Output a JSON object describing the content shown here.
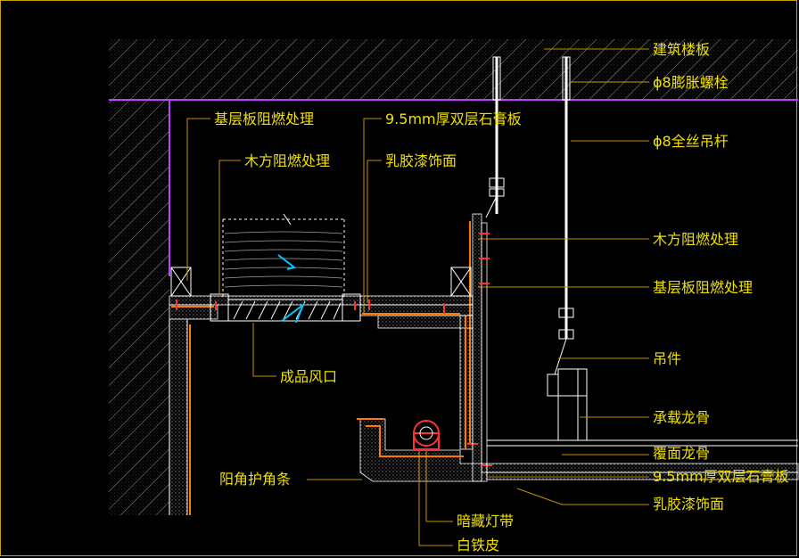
{
  "colors": {
    "background": "#000000",
    "frame": "#c8a000",
    "text": "#f0e000",
    "leader": "#c89000",
    "structure": "#ffffff",
    "hatch": "#8a8a8a",
    "magenta": "#c040ff",
    "trim": "#ff7a00",
    "red": "#ff3030",
    "cyan": "#00c8ff",
    "board": "#ffffff"
  },
  "labels": {
    "floor_slab": "建筑楼板",
    "expansion_bolt": "ϕ8膨胀螺栓",
    "threaded_rod": "ϕ8全丝吊杆",
    "wood_fire_right": "木方阻燃处理",
    "base_board_fire_right": "基层板阻燃处理",
    "hanger": "吊件",
    "main_keel": "承载龙骨",
    "cover_keel": "覆面龙骨",
    "gypsum_board_right": "9.5mm厚双层石膏板",
    "latex_paint_right": "乳胶漆饰面",
    "base_board_fire_left": "基层板阻燃处理",
    "gypsum_board_top": "9.5mm厚双层石膏板",
    "wood_fire_left": "木方阻燃处理",
    "latex_paint_top": "乳胶漆饰面",
    "air_vent": "成品风口",
    "corner_guard": "阳角护角条",
    "hidden_light": "暗藏灯带",
    "tinplate": "白铁皮"
  }
}
